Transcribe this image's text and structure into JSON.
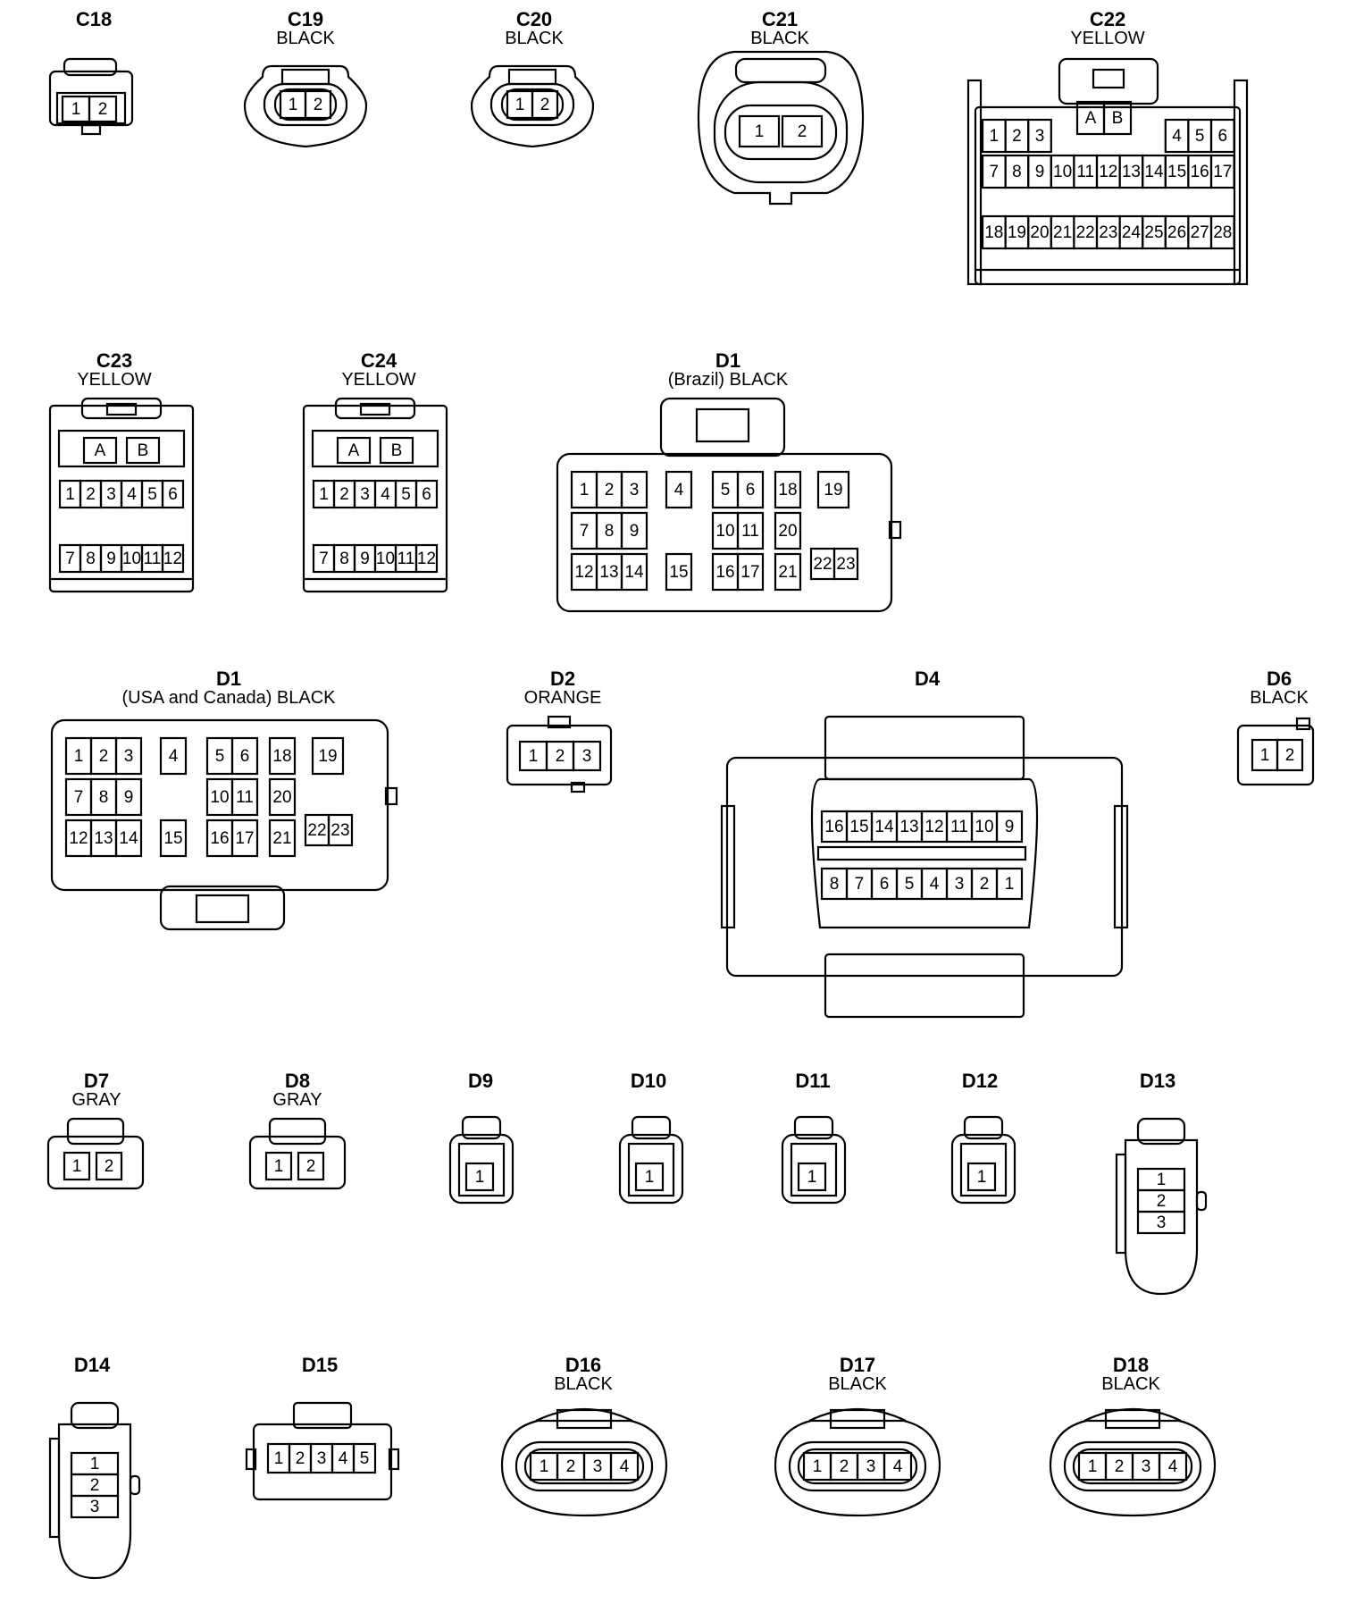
{
  "connectors": [
    {
      "id": "C18",
      "color": "",
      "pins": [
        "1",
        "2"
      ]
    },
    {
      "id": "C19",
      "color": "BLACK",
      "pins": [
        "1",
        "2"
      ]
    },
    {
      "id": "C20",
      "color": "BLACK",
      "pins": [
        "1",
        "2"
      ]
    },
    {
      "id": "C21",
      "color": "BLACK",
      "pins": [
        "1",
        "2"
      ]
    },
    {
      "id": "C22",
      "color": "YELLOW",
      "pins": [
        "A",
        "B",
        "1",
        "2",
        "3",
        "4",
        "5",
        "6",
        "7",
        "8",
        "9",
        "10",
        "11",
        "12",
        "13",
        "14",
        "15",
        "16",
        "17",
        "18",
        "19",
        "20",
        "21",
        "22",
        "23",
        "24",
        "25",
        "26",
        "27",
        "28"
      ]
    },
    {
      "id": "C23",
      "color": "YELLOW",
      "pins": [
        "A",
        "B",
        "1",
        "2",
        "3",
        "4",
        "5",
        "6",
        "7",
        "8",
        "9",
        "10",
        "11",
        "12"
      ]
    },
    {
      "id": "C24",
      "color": "YELLOW",
      "pins": [
        "A",
        "B",
        "1",
        "2",
        "3",
        "4",
        "5",
        "6",
        "7",
        "8",
        "9",
        "10",
        "11",
        "12"
      ]
    },
    {
      "id": "D1",
      "color": "(Brazil)  BLACK",
      "pins": [
        "1",
        "2",
        "3",
        "4",
        "5",
        "6",
        "18",
        "19",
        "7",
        "8",
        "9",
        "10",
        "11",
        "20",
        "12",
        "13",
        "14",
        "15",
        "16",
        "17",
        "21",
        "22",
        "23"
      ]
    },
    {
      "id": "D1",
      "color": "(USA and Canada)  BLACK",
      "pins": [
        "1",
        "2",
        "3",
        "4",
        "5",
        "6",
        "18",
        "19",
        "7",
        "8",
        "9",
        "10",
        "11",
        "20",
        "12",
        "13",
        "14",
        "15",
        "16",
        "17",
        "21",
        "22",
        "23"
      ]
    },
    {
      "id": "D2",
      "color": "ORANGE",
      "pins": [
        "1",
        "2",
        "3"
      ]
    },
    {
      "id": "D4",
      "color": "",
      "pins": [
        "16",
        "15",
        "14",
        "13",
        "12",
        "11",
        "10",
        "9",
        "8",
        "7",
        "6",
        "5",
        "4",
        "3",
        "2",
        "1"
      ]
    },
    {
      "id": "D6",
      "color": "BLACK",
      "pins": [
        "1",
        "2"
      ]
    },
    {
      "id": "D7",
      "color": "GRAY",
      "pins": [
        "1",
        "2"
      ]
    },
    {
      "id": "D8",
      "color": "GRAY",
      "pins": [
        "1",
        "2"
      ]
    },
    {
      "id": "D9",
      "color": "",
      "pins": [
        "1"
      ]
    },
    {
      "id": "D10",
      "color": "",
      "pins": [
        "1"
      ]
    },
    {
      "id": "D11",
      "color": "",
      "pins": [
        "1"
      ]
    },
    {
      "id": "D12",
      "color": "",
      "pins": [
        "1"
      ]
    },
    {
      "id": "D13",
      "color": "",
      "pins": [
        "1",
        "2",
        "3"
      ]
    },
    {
      "id": "D14",
      "color": "",
      "pins": [
        "1",
        "2",
        "3"
      ]
    },
    {
      "id": "D15",
      "color": "",
      "pins": [
        "1",
        "2",
        "3",
        "4",
        "5"
      ]
    },
    {
      "id": "D16",
      "color": "BLACK",
      "pins": [
        "1",
        "2",
        "3",
        "4"
      ]
    },
    {
      "id": "D17",
      "color": "BLACK",
      "pins": [
        "1",
        "2",
        "3",
        "4"
      ]
    },
    {
      "id": "D18",
      "color": "BLACK",
      "pins": [
        "1",
        "2",
        "3",
        "4"
      ]
    }
  ]
}
